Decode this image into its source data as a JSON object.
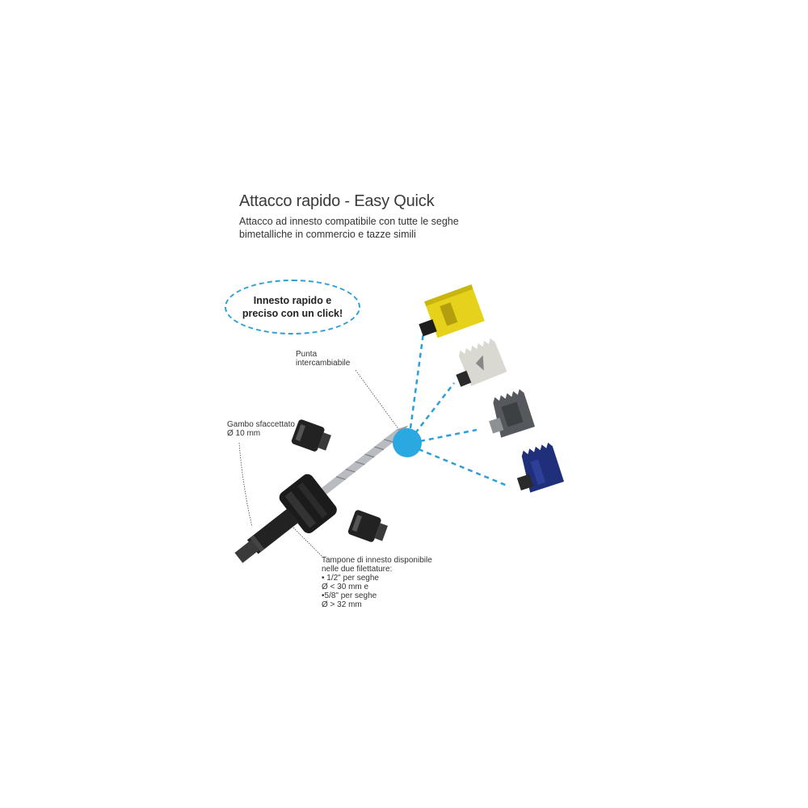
{
  "header": {
    "title": "Attacco rapido - Easy Quick",
    "subtitle_line1": "Attacco ad innesto compatibile con tutte le seghe",
    "subtitle_line2": "bimetalliche in commercio e tazze simili"
  },
  "callout": {
    "line1": "Innesto rapido e",
    "line2": "preciso con un click!"
  },
  "labels": {
    "punta_line1": "Punta",
    "punta_line2": "intercambiabile",
    "gambo_line1": "Gambo sfaccettato",
    "gambo_line2": "Ø 10 mm",
    "tampone_lines": [
      "Tampone di innesto disponibile",
      "nelle due filettature:",
      "• 1/2\" per seghe",
      "   Ø < 30 mm e",
      "•5/8\" per seghe",
      "   Ø > 32 mm"
    ]
  },
  "colors": {
    "accent_blue": "#2a9fd8",
    "hole_saw_yellow": "#e6d21a",
    "hole_saw_white": "#d9d9d2",
    "hole_saw_grey": "#5a5d60",
    "hole_saw_blue": "#1f2f7a"
  }
}
